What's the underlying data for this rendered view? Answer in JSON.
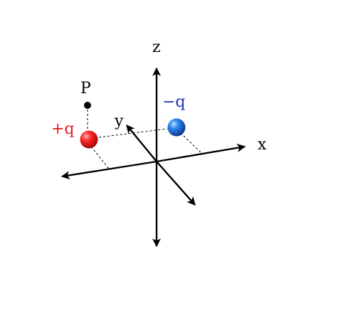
{
  "axes": {
    "x_label": "x",
    "y_label": "y",
    "z_label": "z"
  },
  "charges": [
    {
      "label": "+q",
      "color": "#e8141a",
      "label_color": "#e8141a"
    },
    {
      "label": "−q",
      "color": "#1f6fd6",
      "label_color": "#1a2fbf"
    }
  ],
  "point": {
    "label": "P"
  },
  "colors": {
    "axis": "#000000",
    "guide": "#000000",
    "background": "#ffffff"
  }
}
